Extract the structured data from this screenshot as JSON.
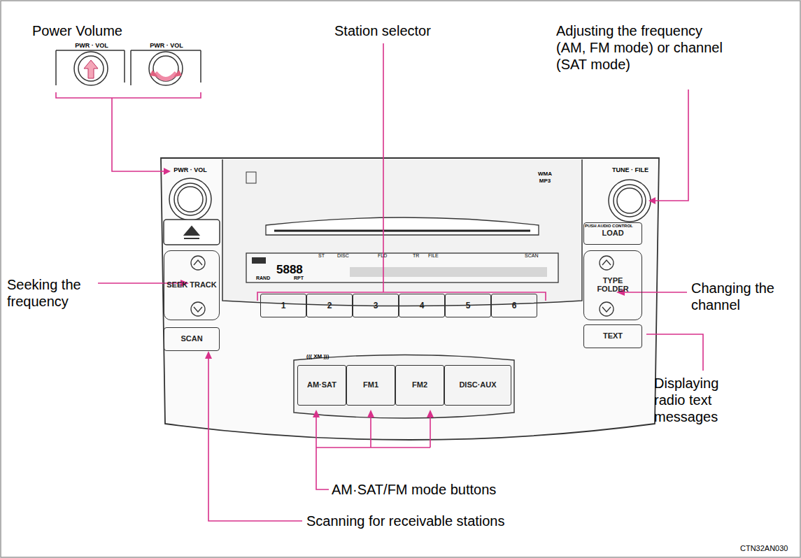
{
  "diagram": {
    "nodes": [
      {
        "text": [
          "LOAD"
        ]
      },
      {
        "text": [
          "SEEK TRACK"
        ]
      },
      {
        "text": [
          "TYPE FOLDER"
        ]
      },
      {
        "text": [
          "1"
        ]
      },
      {
        "text": [
          "2"
        ]
      },
      {
        "text": [
          "3"
        ]
      },
      {
        "text": [
          "4"
        ]
      },
      {
        "text": [
          "5"
        ]
      },
      {
        "text": [
          "6"
        ]
      },
      {
        "text": [
          "SCAN"
        ]
      },
      {
        "text": [
          "TEXT"
        ]
      },
      {
        "text": [
          "AM·SAT"
        ]
      },
      {
        "text": [
          "FM1"
        ]
      },
      {
        "text": [
          "FM2"
        ]
      },
      {
        "text": [
          "DISC·AUX"
        ]
      }
    ],
    "labels": [
      "Power Volume",
      "PWR · VOL",
      "PWR · VOL",
      "Station selector",
      "Adjusting the frequency (AM, FM mode) or channel (SAT mode)",
      "Seeking the frequency",
      "Changing the channel",
      "Displaying radio text messages",
      "AM·SAT/FM mode buttons",
      "Scanning for receivable stations",
      "PWR · VOL",
      "TUNE · FILE",
      "PUSH AUDIO CONTROL",
      "WMA MP3",
      "5888",
      "ST",
      "DISC",
      "FLD",
      "TR",
      "FILE",
      "SCAN",
      "RAND",
      "RPT",
      "((( XM )))",
      "CTN32AN030"
    ]
  }
}
